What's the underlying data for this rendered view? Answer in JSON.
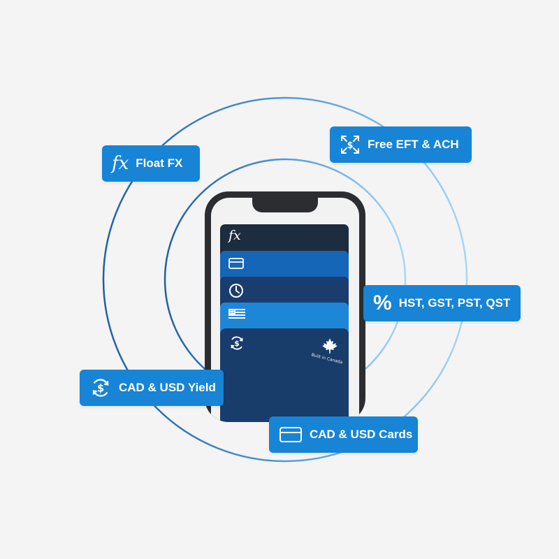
{
  "colors": {
    "background": "#f4f4f5",
    "pill": "#1784d6",
    "ring_dark": "#1f5fa8",
    "ring_light": "#8cc8ee",
    "phone_frame": "#2b2d31"
  },
  "phone": {
    "cards": [
      {
        "icon": "fx-icon",
        "glyph": "fx",
        "color": "#1d2c3f"
      },
      {
        "icon": "credit-card-icon",
        "color": "#1566b6"
      },
      {
        "icon": "clock-icon",
        "color": "#1a3d6e"
      },
      {
        "icon": "us-flag-icon",
        "color": "#1e86d6"
      },
      {
        "icon": "dollar-exchange-icon",
        "color": "#183d6b",
        "badge_icon": "maple-leaf-icon",
        "badge_text": "Built in Canada"
      }
    ]
  },
  "features": {
    "float_fx": {
      "label": "Float FX",
      "icon": "fx-icon",
      "glyph": "fx"
    },
    "free_eft": {
      "label": "Free EFT & ACH",
      "icon": "transfer-arrows-icon"
    },
    "tax": {
      "label": "HST, GST, PST, QST",
      "icon": "percent-icon",
      "glyph": "%"
    },
    "yield": {
      "label": "CAD & USD Yield",
      "icon": "dollar-cycle-icon"
    },
    "cards": {
      "label": "CAD & USD Cards",
      "icon": "credit-card-icon"
    }
  }
}
